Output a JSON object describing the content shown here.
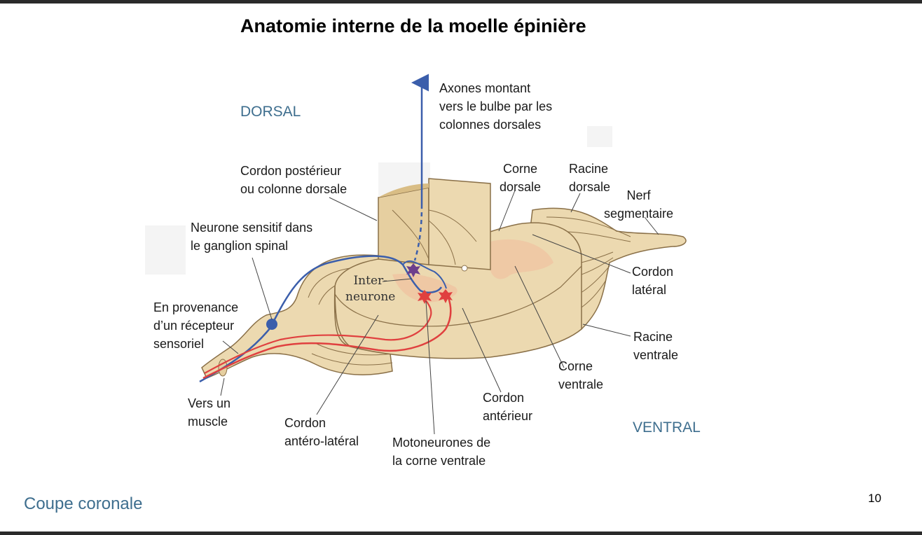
{
  "slide": {
    "title": "Anatomie interne de la moelle épinière",
    "caption": "Coupe coronale",
    "page_number": "10"
  },
  "orientation": {
    "dorsal": "DORSAL",
    "ventral": "VENTRAL"
  },
  "labels": {
    "axones_1": "Axones montant",
    "axones_2": "vers le bulbe par les",
    "axones_3": "colonnes dorsales",
    "cordon_post_1": "Cordon postérieur",
    "cordon_post_2": "ou colonne dorsale",
    "corne_dors_1": "Corne",
    "corne_dors_2": "dorsale",
    "racine_dors_1": "Racine",
    "racine_dors_2": "dorsale",
    "nerf_1": "Nerf",
    "nerf_2": "segmentaire",
    "neurone_sens_1": "Neurone sensitif dans",
    "neurone_sens_2": "le ganglion spinal",
    "inter_1": "Inter-",
    "inter_2": "neurone",
    "cordon_lat_1": "Cordon",
    "cordon_lat_2": "latéral",
    "provenance_1": "En provenance",
    "provenance_2": "d’un récepteur",
    "provenance_3": "sensoriel",
    "racine_ventr_1": "Racine",
    "racine_ventr_2": "ventrale",
    "corne_ventr_1": "Corne",
    "corne_ventr_2": "ventrale",
    "cordon_ant_1": "Cordon",
    "cordon_ant_2": "antérieur",
    "muscle_1": "Vers un",
    "muscle_2": "muscle",
    "cordon_antlat_1": "Cordon",
    "cordon_antlat_2": "antéro-latéral",
    "moto_1": "Motoneurones de",
    "moto_2": "la corne ventrale"
  },
  "colors": {
    "accent_blue": "#3e6e8e",
    "tissue": "#ecd9b0",
    "tissue_dark": "#d9bd85",
    "grey_matter": "#f0c4a2",
    "sensory_axon": "#3b5eab",
    "motor_axon": "#e0403f",
    "interneuron": "#6d3f8c"
  }
}
